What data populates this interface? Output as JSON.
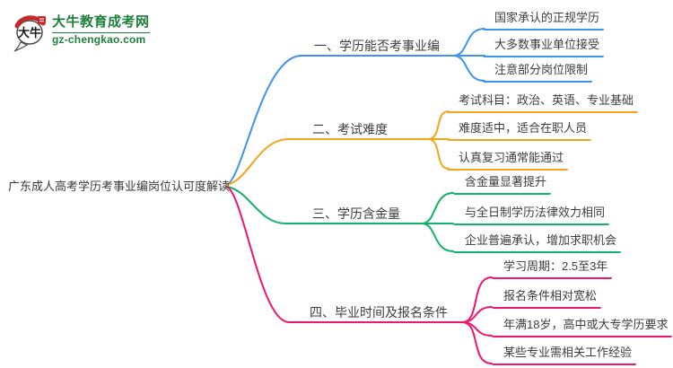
{
  "logo": {
    "title": "大牛教育成考网",
    "subtitle": "gz-chengkao.com",
    "icon_text": "大牛",
    "brand_color": "#1F7F3C",
    "seal_color": "#C62A2A"
  },
  "mindmap": {
    "root": {
      "label": "广东成人高考学历考事业编岗位认可度解读"
    },
    "text_color": "#3D3D3D",
    "background": "#FFFFFF",
    "branches": [
      {
        "label": "一、学历能否考事业编",
        "color": "#3D94EE",
        "leaves": [
          "国家承认的正规学历",
          "大多数事业单位接受",
          "注意部分岗位限制"
        ]
      },
      {
        "label": "二、考试难度",
        "color": "#F5A41B",
        "leaves": [
          "考试科目：政治、英语、专业基础",
          "难度适中，适合在职人员",
          "认真复习通常能通过"
        ]
      },
      {
        "label": "三、学历含金量",
        "color": "#12B268",
        "leaves": [
          "含金量显著提升",
          "与全日制学历法律效力相同",
          "企业普遍承认，增加求职机会"
        ]
      },
      {
        "label": "四、毕业时间及报名条件",
        "color": "#F0156F",
        "leaves": [
          "学习周期：2.5至3年",
          "报名条件相对宽松",
          "年满18岁，高中或大专学历要求",
          "某些专业需相关工作经验"
        ]
      }
    ]
  }
}
